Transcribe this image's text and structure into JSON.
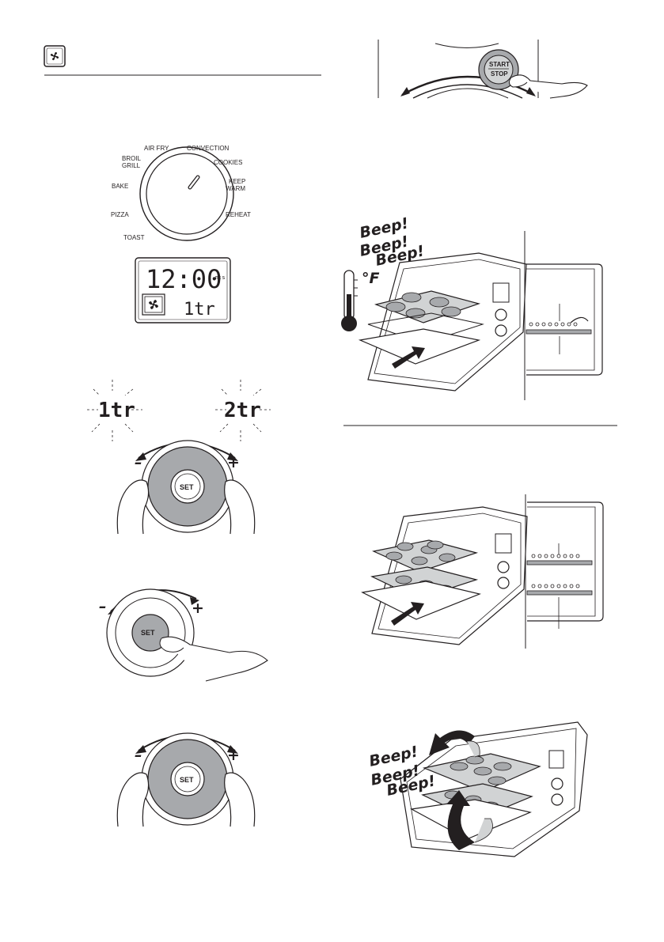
{
  "dial": {
    "modes": [
      "AIR FRY",
      "CONVECTION",
      "COOKIES",
      "KEEP",
      "WARM",
      "REHEAT",
      "TOAST",
      "PIZZA",
      "BAKE",
      "BROIL",
      "GRILL"
    ]
  },
  "lcd": {
    "time": "12:00",
    "unit": "m:s",
    "rack": "1tr"
  },
  "rack_options": [
    "1tr",
    "2tr"
  ],
  "buttons": {
    "set": "SET",
    "start": "START",
    "stop": "STOP",
    "minus": "–",
    "plus": "+"
  },
  "beeps": [
    "Beep!",
    "Beep!",
    "Beep!"
  ],
  "temp_unit": "°F",
  "colors": {
    "ink": "#231f20",
    "gray": "#a7a9ac",
    "light": "#d1d3d4"
  }
}
